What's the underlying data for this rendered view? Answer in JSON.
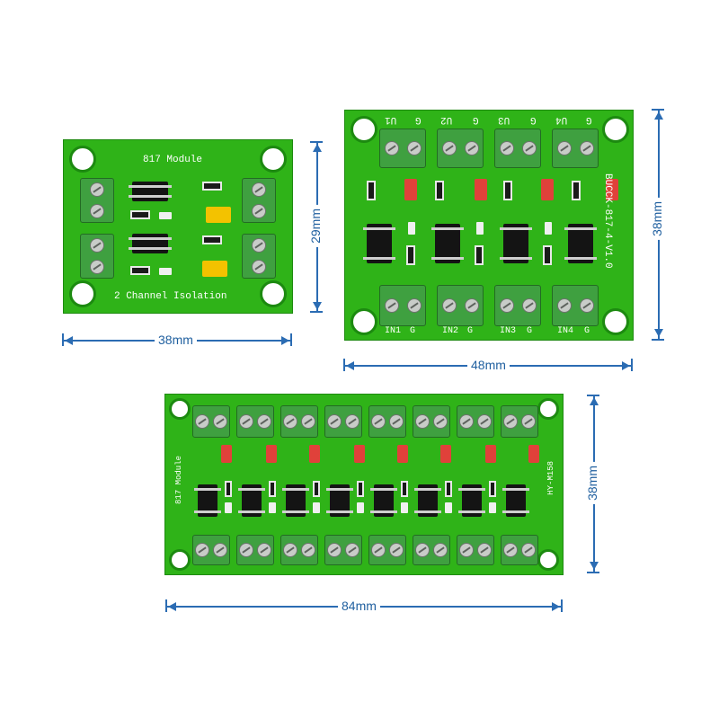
{
  "boards": {
    "two_channel": {
      "title": "817 Module",
      "footer": "2 Channel Isolation",
      "width_label": "38mm",
      "height_label": "29mm"
    },
    "four_channel": {
      "top_labels": [
        "U1",
        "G",
        "U2",
        "G",
        "U3",
        "G",
        "U4",
        "G"
      ],
      "bottom_labels": [
        "IN1",
        "G",
        "IN2",
        "G",
        "IN3",
        "G",
        "IN4",
        "G"
      ],
      "model": "BUCCK-817-4-V1.0",
      "width_label": "48mm",
      "height_label": "38mm"
    },
    "eight_channel": {
      "title": "817 Module",
      "side_text": "HY-M158",
      "width_label": "84mm",
      "height_label": "38mm"
    }
  },
  "colors": {
    "pcb": "#2fb318",
    "terminal": "#3fa040",
    "dimension_line": "#2b6cb3",
    "jumper_red": "#e0413a",
    "jumper_yellow": "#f3c200"
  }
}
